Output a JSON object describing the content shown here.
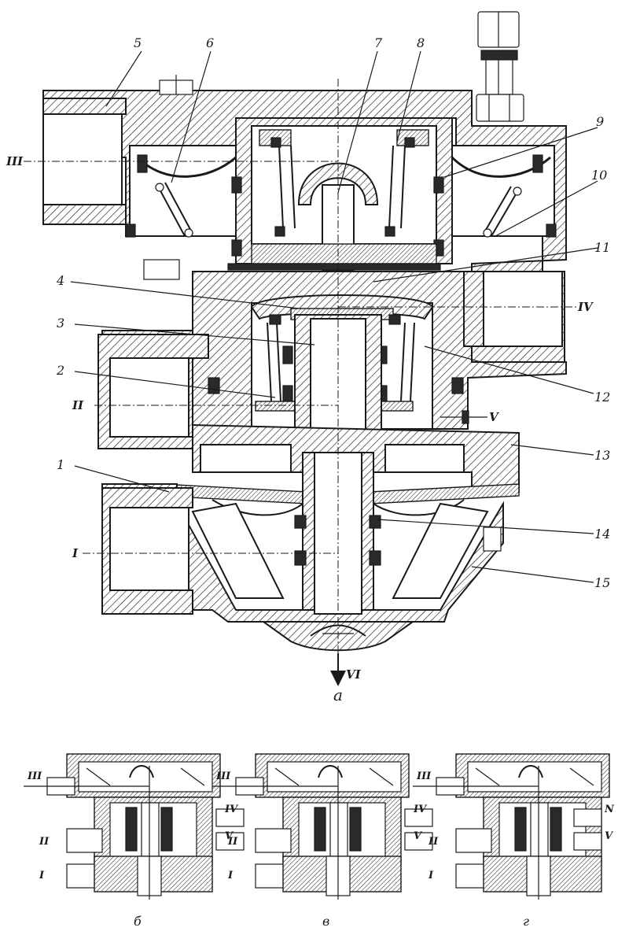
{
  "figure": {
    "part_numbers": [
      "1",
      "2",
      "3",
      "4",
      "5",
      "6",
      "7",
      "8",
      "9",
      "10",
      "11",
      "12",
      "13",
      "14",
      "15"
    ],
    "ports": {
      "I": "I",
      "II": "II",
      "III": "III",
      "IV": "IV",
      "V": "V",
      "VI": "VI"
    },
    "main_caption": "а",
    "small_views": [
      {
        "caption": "б",
        "ports": [
          "III",
          "IV",
          "II",
          "V",
          "I"
        ]
      },
      {
        "caption": "в",
        "ports": [
          "III",
          "IV",
          "II",
          "V",
          "I"
        ]
      },
      {
        "caption": "г",
        "ports": [
          "III",
          "N",
          "II",
          "V",
          "I"
        ]
      }
    ]
  }
}
